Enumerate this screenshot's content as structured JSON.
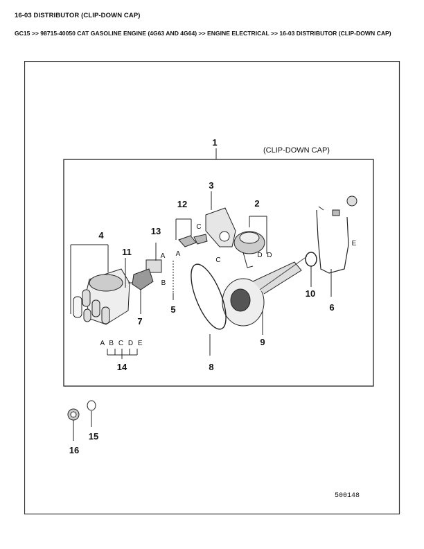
{
  "header": {
    "title": "16-03 DISTRIBUTOR (CLIP-DOWN CAP)",
    "breadcrumb": "GC15 >> 98715-40050 CAT GASOLINE ENGINE (4G63 AND 4G64) >> ENGINE ELECTRICAL >> 16-03 DISTRIBUTOR (CLIP-DOWN CAP)"
  },
  "diagram": {
    "assembly_caption": "(CLIP-DOWN CAP)",
    "figure_number": "500148",
    "callouts": [
      "1",
      "2",
      "3",
      "4",
      "5",
      "6",
      "7",
      "8",
      "9",
      "10",
      "11",
      "12",
      "13",
      "14",
      "15",
      "16"
    ],
    "sub_labels": [
      "A",
      "B",
      "C",
      "D",
      "E"
    ],
    "legend_14": "A B C D E"
  }
}
